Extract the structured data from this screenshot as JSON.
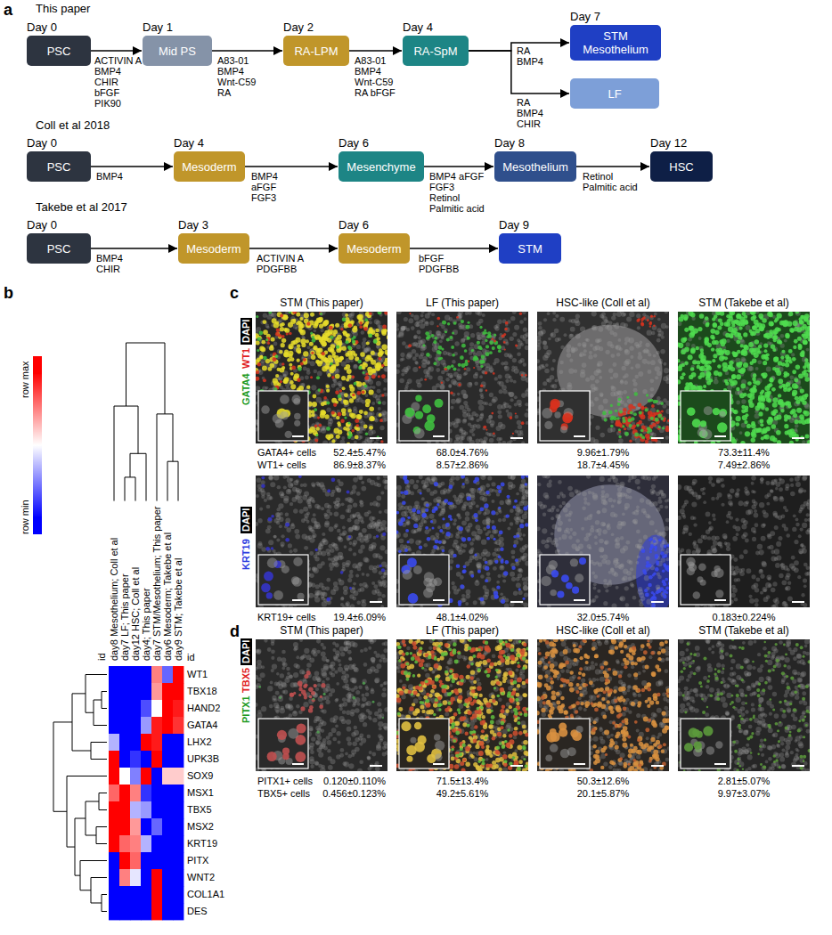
{
  "diagram": {
    "nodes": [
      {
        "text": [
          "Day 0",
          "PSC"
        ]
      },
      {
        "text": [
          "Day 1",
          "Mid PS"
        ]
      },
      {
        "text": [
          "Day 2",
          "RA-LPM"
        ]
      },
      {
        "text": [
          "Day 4",
          "RA-SpM"
        ]
      },
      {
        "text": [
          "Day 7",
          "STM Mesothelium"
        ]
      },
      {
        "text": [
          "LF"
        ]
      },
      {
        "text": [
          "Day 0",
          "PSC"
        ]
      },
      {
        "text": [
          "Day 4",
          "Mesoderm"
        ]
      },
      {
        "text": [
          "Day 6",
          "Mesenchyme"
        ]
      },
      {
        "text": [
          "Day 8",
          "Mesothelium"
        ]
      },
      {
        "text": [
          "Day 12",
          "HSC"
        ]
      },
      {
        "text": [
          "Day 0",
          "PSC"
        ]
      },
      {
        "text": [
          "Day 3",
          "Mesoderm"
        ]
      },
      {
        "text": [
          "Day 6",
          "Mesoderm"
        ]
      },
      {
        "text": [
          "Day 9",
          "STM"
        ]
      }
    ],
    "edges": [
      {
        "from": 0,
        "to": 1,
        "arrow": "to"
      },
      {
        "from": 1,
        "to": 2,
        "arrow": "to"
      },
      {
        "from": 2,
        "to": 3,
        "arrow": "to"
      },
      {
        "from": 3,
        "to": 4,
        "arrow": "to"
      },
      {
        "from": 3,
        "to": 5,
        "arrow": "to"
      },
      {
        "from": 6,
        "to": 7,
        "arrow": "to"
      },
      {
        "from": 7,
        "to": 8,
        "arrow": "to"
      },
      {
        "from": 8,
        "to": 9,
        "arrow": "to"
      },
      {
        "from": 9,
        "to": 10,
        "arrow": "to"
      },
      {
        "from": 11,
        "to": 12,
        "arrow": "to"
      },
      {
        "from": 12,
        "to": 13,
        "arrow": "to"
      },
      {
        "from": 13,
        "to": 14,
        "arrow": "to"
      }
    ],
    "labels": [
      "a",
      "This paper",
      "ACTIVIN A BMP4 CHIR bFGF PIK90",
      "A83-01 BMP4 Wnt-C59 RA",
      "A83-01 BMP4 Wnt-C59 RA bFGF",
      "RA BMP4",
      "RA BMP4 CHIR",
      "Coll et al 2018",
      "BMP4",
      "BMP4 aFGF FGF3",
      "BMP4 aFGF FGF3 Retinol Palmitic acid",
      "Retinol Palmitic acid",
      "Takebe et al 2017",
      "BMP4 CHIR",
      "ACTIVIN A PDGFBB",
      "bFGF PDGFBB",
      "b",
      "id",
      "day8 Mesothelium; Coll et al",
      "day7 LF; This paper",
      "day12 HSC; Coll et al",
      "day4; This paper",
      "day7 STM/Mesothelium; This paper",
      "day6 Mesoderm; Takebe et al",
      "day9 STM; Takebe et al",
      "id",
      "WT1",
      "TBX18",
      "HAND2",
      "GATA4",
      "LHX2",
      "UPK3B",
      "SOX9",
      "MSX1",
      "TBX5",
      "MSX2",
      "KRT19",
      "PITX",
      "WNT2",
      "COL1A1",
      "DES",
      "c",
      "STM (This paper)",
      "LF (This paper)",
      "HSC-like (Coll et al)",
      "STM (Takebe et al)",
      "GATA4",
      "WT1",
      "DAPI",
      "GATA4+ cells",
      "52.4±5.47%",
      "68.0±4.76%",
      "9.96±1.79%",
      "73.3±11.4%",
      "WT1+ cells",
      "86.9±8.37%",
      "8.57±2.86%",
      "18.7±4.45%",
      "7.49±2.86%",
      "KRT19",
      "DAPI",
      "KRT19+ cells",
      "19.4±6.09%",
      "48.1±4.02%",
      "32.0±5.74%",
      "0.183±0.224%",
      "d",
      "STM (This paper)",
      "LF (This paper)",
      "HSC-like (Coll et al)",
      "STM (Takebe et al)",
      "PITX1",
      "TBX5",
      "DAPI",
      "PITX1+ cells",
      "0.120±0.110%",
      "71.5±13.4%",
      "50.3±12.6%",
      "2.81±5.07%",
      "TBX5+ cells",
      "0.456±0.123%",
      "49.2±5.61%",
      "20.1±5.87%",
      "9.97±3.07%"
    ],
    "legend": [
      {
        "text": "row max",
        "color": "#ff0000"
      },
      {
        "text": "row min",
        "color": "#0000ff"
      }
    ]
  }
}
